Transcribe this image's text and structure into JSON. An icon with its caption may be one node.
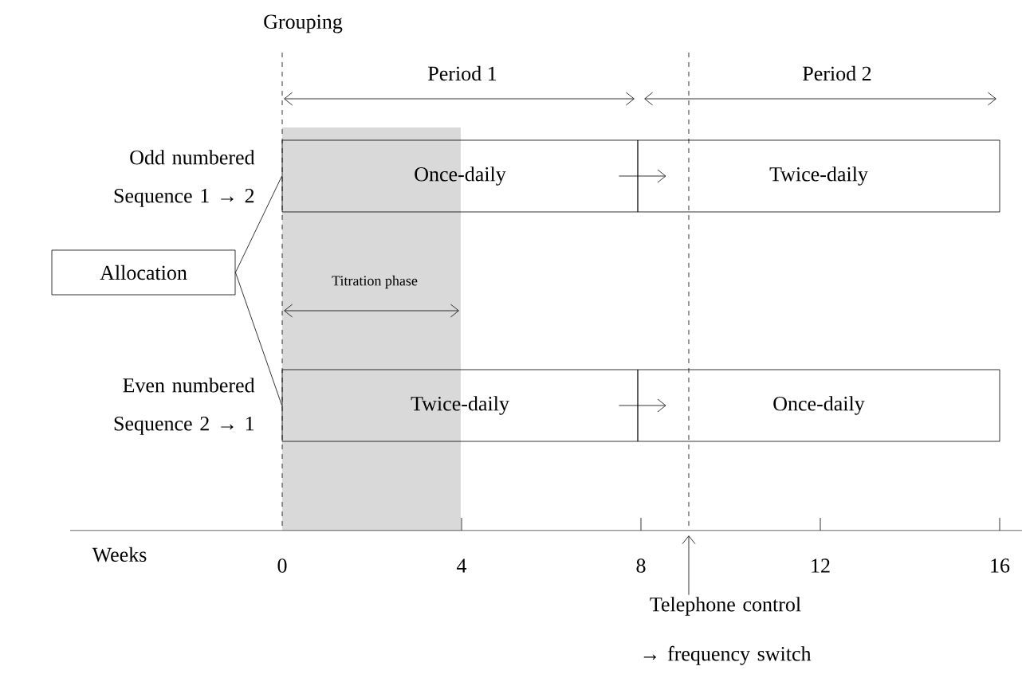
{
  "diagram": {
    "nodes": [
      {
        "text": [
          "Allocation"
        ]
      },
      {
        "text": [
          "Once-daily"
        ],
        "beside": [
          "Odd numbered Sequence 1 → 2"
        ]
      },
      {
        "text": [
          "Twice-daily"
        ]
      },
      {
        "text": [
          "Twice-daily"
        ],
        "beside": [
          "Even numbered Sequence 2 → 1"
        ]
      },
      {
        "text": [
          "Once-daily"
        ]
      },
      {
        "text": [
          "Telephone control → frequency switch"
        ]
      }
    ],
    "edges": [
      {
        "from": 0,
        "to": 1,
        "arrow": "none"
      },
      {
        "from": 0,
        "to": 3,
        "arrow": "none"
      },
      {
        "from": 1,
        "to": 2,
        "arrow": "to"
      },
      {
        "from": 3,
        "to": 4,
        "arrow": "to"
      },
      {
        "from": 5,
        "to": null,
        "arrow": "to"
      }
    ],
    "labels": [
      "Grouping",
      "Period 1",
      "Period 2",
      "Titration phase",
      "Weeks",
      "0",
      "4",
      "8",
      "12",
      "16"
    ]
  }
}
